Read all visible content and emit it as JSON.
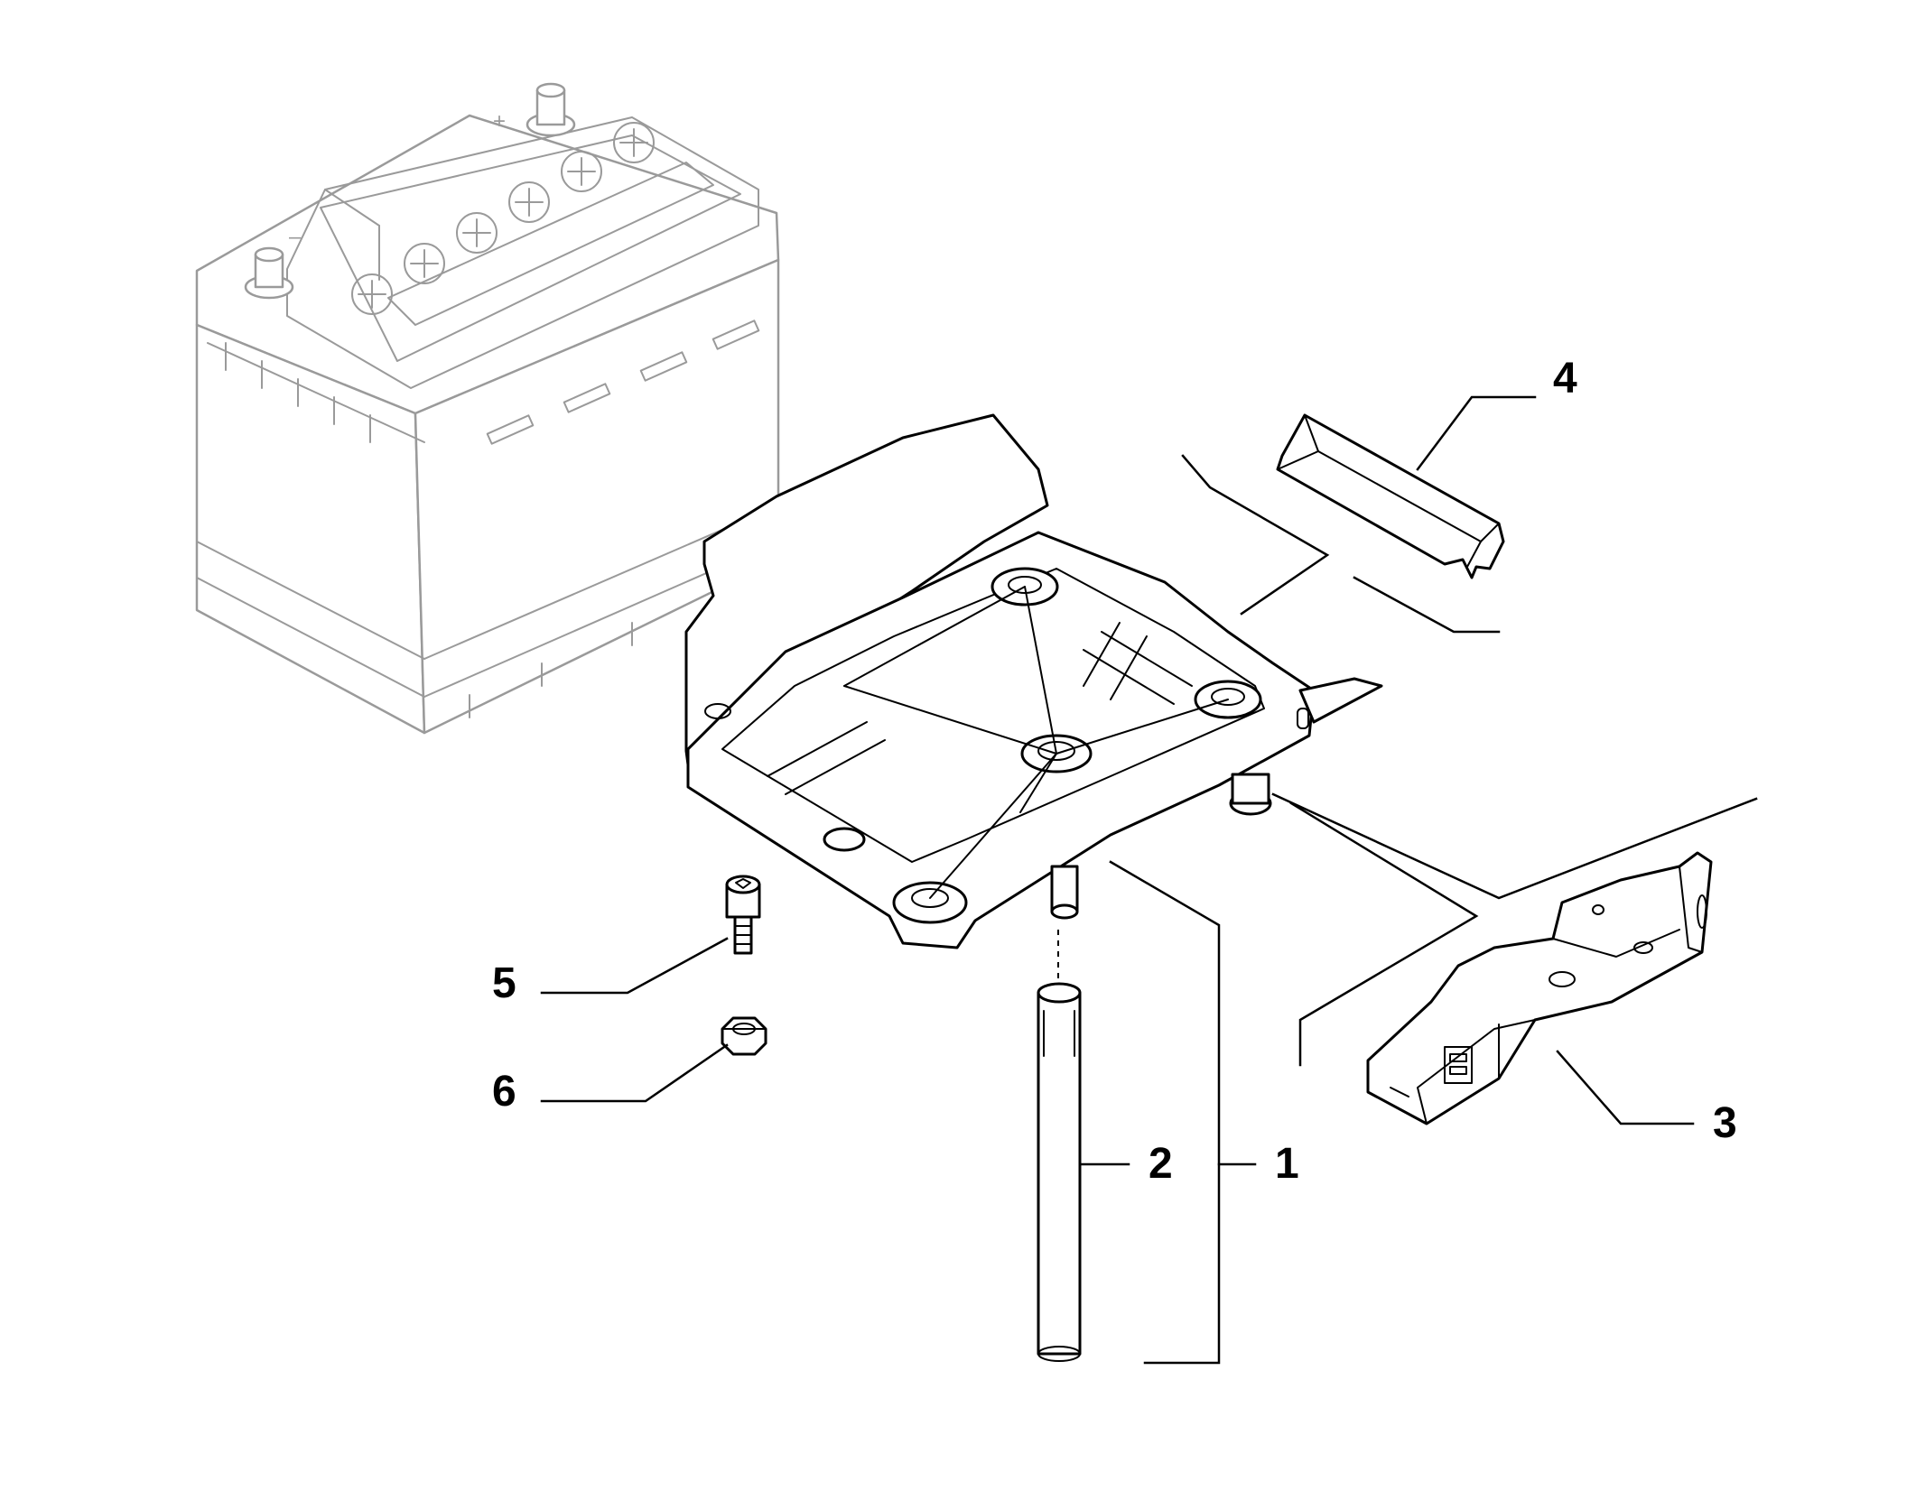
{
  "diagram": {
    "callouts": [
      {
        "id": "1",
        "label": "1"
      },
      {
        "id": "2",
        "label": "2"
      },
      {
        "id": "3",
        "label": "3"
      },
      {
        "id": "4",
        "label": "4"
      },
      {
        "id": "5",
        "label": "5"
      },
      {
        "id": "6",
        "label": "6"
      }
    ],
    "battery_marks": {
      "plus": "+",
      "minus": "–"
    }
  }
}
